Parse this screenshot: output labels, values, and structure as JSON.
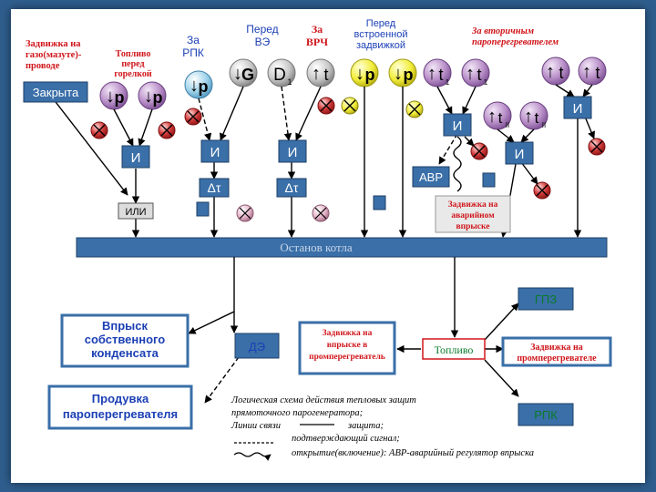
{
  "labels": {
    "gas_line": [
      "Задвижка на",
      "газо(мазуте)-",
      "проводе"
    ],
    "fuel_before_burner": [
      "Топливо",
      "перед",
      "горелкой"
    ],
    "after_rpk": [
      "За",
      "РПК"
    ],
    "before_ve": [
      "Перед",
      "ВЭ"
    ],
    "after_vrch": [
      "За",
      "ВРЧ"
    ],
    "before_builtin_valve": [
      "Перед",
      "встроенной",
      "задвижкой"
    ],
    "secondary_superheater": [
      "За вторичным",
      "пароперегревателем"
    ]
  },
  "sensors": {
    "p": "p",
    "G": "G",
    "D1": "D",
    "D1_sub": "1",
    "t": "t",
    "t1_sub": "1",
    "t2_sub": "1",
    "tII_sub": "II"
  },
  "logic": {
    "and": "И",
    "or": "ИЛИ",
    "delay": "Δτ",
    "avr": "АВР"
  },
  "state": {
    "closed": "Закрыта"
  },
  "bus": {
    "boiler_stop": "Останов котла"
  },
  "red_notes": {
    "emergency_valve": [
      "Задвижка на",
      "аварийном",
      "впрыске"
    ],
    "desuperheater_valve": [
      "Задвижка на",
      "впрыске в",
      "промперегреватель"
    ],
    "reheater_valve": [
      "Задвижка на",
      "промперегревателе"
    ]
  },
  "outputs": {
    "own_condensate": [
      "Впрыск",
      "собственного",
      "конденсата"
    ],
    "superheater_purge": [
      "Продувка",
      "пароперегревателя"
    ],
    "de": "ДЭ",
    "fuel": "Топливо",
    "gpz": "ГПЗ",
    "rpk": "РПК"
  },
  "legend": {
    "line1": "Логическая схема действия тепловых защит",
    "line2": "прямоточного парогенератора;",
    "line3_a": "Линии связи",
    "line3_b": "защита;",
    "line4": "подтверждающий сигнал;",
    "line5": "открытие(включение): АВР-аварийный регулятор впрыска"
  },
  "colors": {
    "bus": "#3a6fa8",
    "sensor_purple": "#b98fc8",
    "sensor_yellow": "#f2ee3c",
    "sensor_lightblue": "#9fd3ea",
    "sensor_gray": "#bfbfbf",
    "valve_red": "#d13a3a",
    "accent_red": "#d0161b",
    "accent_blue": "#1b3fb5"
  }
}
